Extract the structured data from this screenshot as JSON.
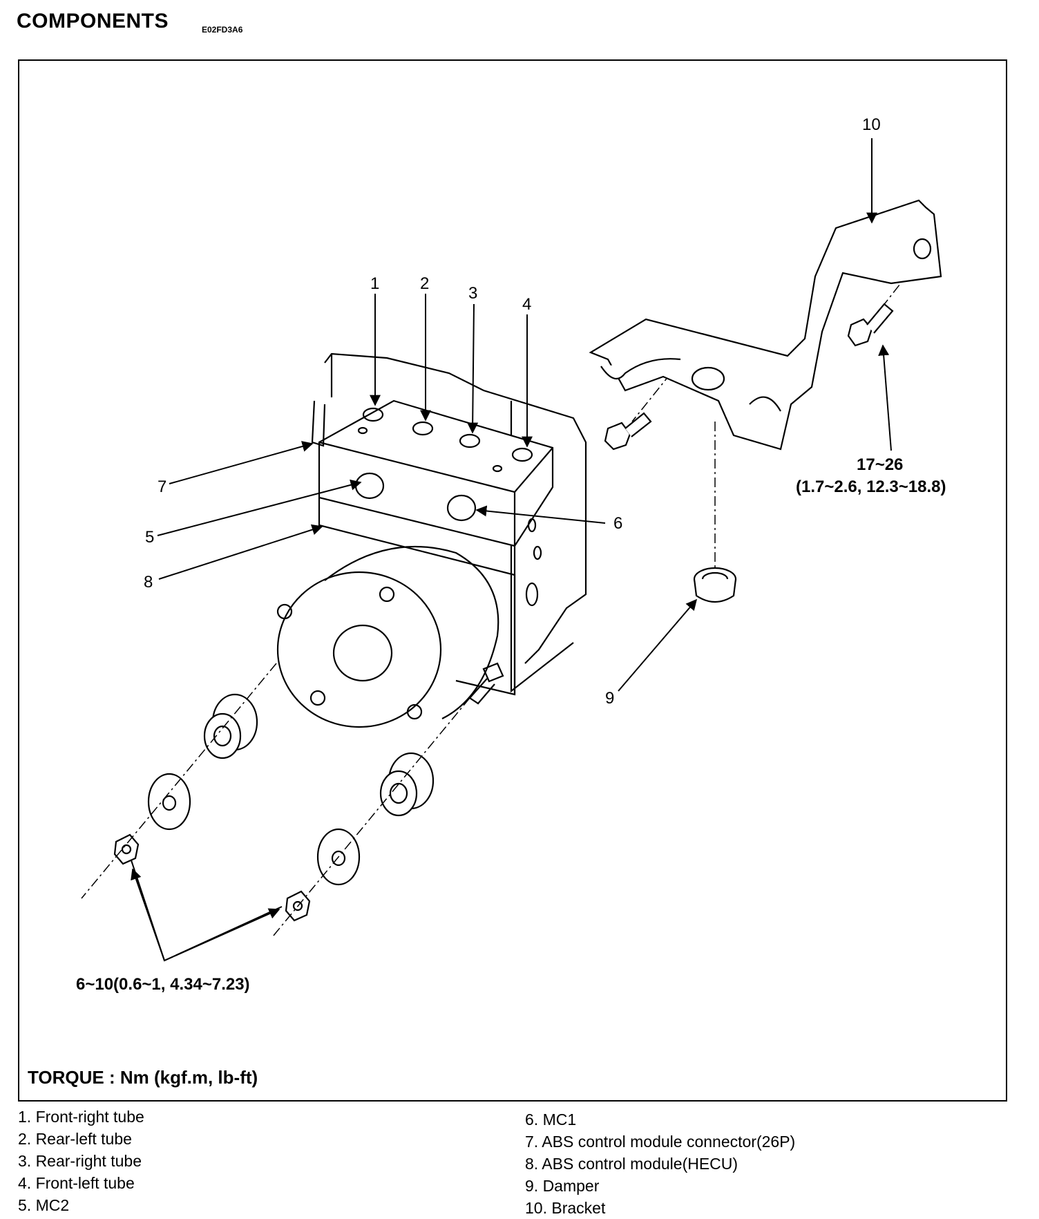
{
  "header": {
    "title": "COMPONENTS",
    "code": "E02FD3A6"
  },
  "callouts": [
    "1",
    "2",
    "3",
    "4",
    "5",
    "6",
    "7",
    "8",
    "9",
    "10"
  ],
  "specs": {
    "bracket_bolt_line1": "17~26",
    "bracket_bolt_line2": "(1.7~2.6, 12.3~18.8)",
    "nut": "6~10(0.6~1, 4.34~7.23)"
  },
  "torque_label": "TORQUE : Nm (kgf.m, lb-ft)",
  "legend": {
    "left": [
      "1. Front-right tube",
      "2. Rear-left tube",
      "3. Rear-right tube",
      "4. Front-left tube",
      "5. MC2"
    ],
    "right": [
      "6. MC1",
      "7. ABS control module connector(26P)",
      "8. ABS control module(HECU)",
      "9. Damper",
      "10. Bracket"
    ]
  }
}
